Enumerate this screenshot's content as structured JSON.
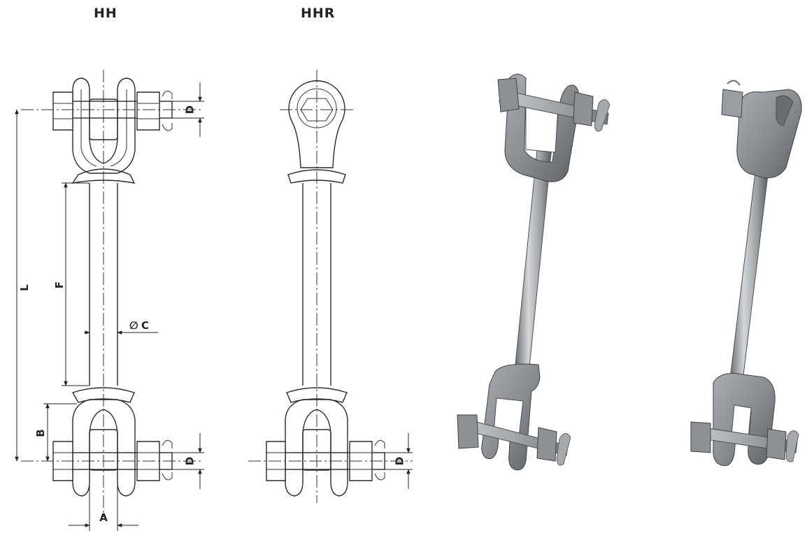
{
  "titles": {
    "hh": "HH",
    "hhr": "HHR"
  },
  "dimensions": {
    "L": "L",
    "F": "F",
    "C": "C",
    "phi": "∅",
    "B": "B",
    "A": "A",
    "D_top": "D",
    "D_bottom": "D",
    "D_hhr": "D"
  },
  "colors": {
    "line": "#2a2a2a",
    "metal_light": "#b8babd",
    "metal_mid": "#8e9195",
    "metal_dark": "#5e6166"
  }
}
